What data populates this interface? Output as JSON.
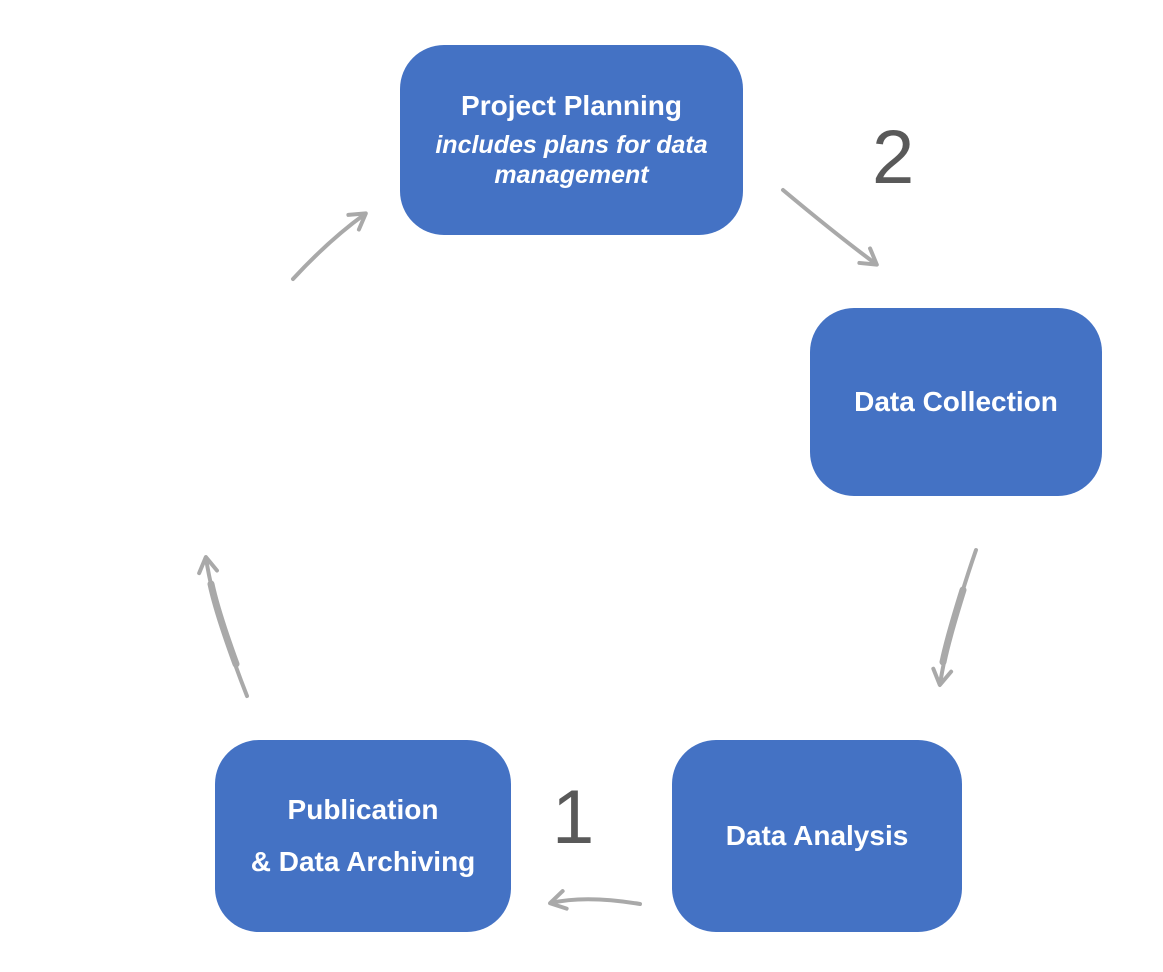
{
  "colors": {
    "background": "#ffffff",
    "node_fill": "#4472C4",
    "node_text": "#ffffff",
    "arrow": "#a9a9a9",
    "step_number": "#595959"
  },
  "nodes": [
    {
      "id": "project-planning",
      "title": "Project Planning",
      "subtitle": "includes plans for data management"
    },
    {
      "id": "data-collection",
      "title": "Data Collection"
    },
    {
      "id": "data-analysis",
      "title": "Data Analysis"
    },
    {
      "id": "publication-archiving",
      "title_line1": "Publication",
      "title_line2": "& Data Archiving"
    }
  ],
  "step_labels": {
    "one": "1",
    "two": "2"
  },
  "arrows": [
    {
      "name": "arrow-planning-to-collection",
      "from": "project-planning",
      "to": "data-collection",
      "step_label": "2"
    },
    {
      "name": "arrow-collection-to-analysis",
      "from": "data-collection",
      "to": "data-analysis",
      "step_label": ""
    },
    {
      "name": "arrow-analysis-to-publication",
      "from": "data-analysis",
      "to": "publication-archiving",
      "step_label": "1"
    },
    {
      "name": "arrow-publication-to-planning-lower",
      "from": "publication-archiving",
      "to": "project-planning",
      "step_label": ""
    },
    {
      "name": "arrow-publication-to-planning-upper",
      "from": "publication-archiving",
      "to": "project-planning",
      "step_label": ""
    }
  ]
}
